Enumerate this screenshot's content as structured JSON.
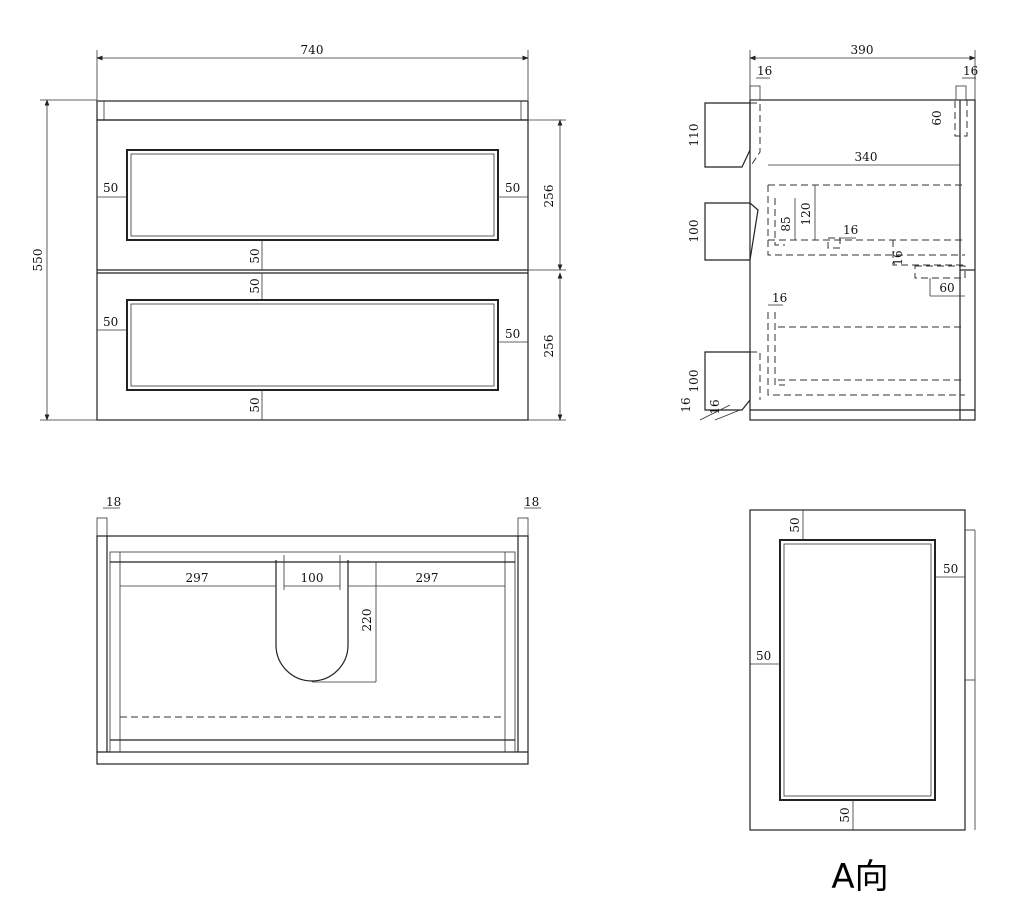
{
  "front_view": {
    "width": "740",
    "height": "550",
    "drawer_top_h": "256",
    "drawer_bottom_h": "256",
    "top_left": "50",
    "top_right": "50",
    "top_bottom": "50",
    "bot_top": "50",
    "bot_left": "50",
    "bot_right": "50",
    "bot_bottom": "50"
  },
  "side_view": {
    "depth": "390",
    "top_left_16": "16",
    "top_right_16": "16",
    "right_60": "60",
    "d110": "110",
    "d100_mid": "100",
    "d340": "340",
    "d120": "120",
    "d85": "85",
    "d16_mid": "16",
    "d16_rot": "16",
    "d60_low": "60",
    "d16_lower": "16",
    "d100_low": "100",
    "d16_bl1": "16",
    "d16_bl2": "16"
  },
  "top_view": {
    "left_18": "18",
    "right_18": "18",
    "d297_left": "297",
    "d100": "100",
    "d297_right": "297",
    "d220": "220"
  },
  "a_view": {
    "top_50": "50",
    "right_50": "50",
    "left_50": "50",
    "bottom_50": "50",
    "caption": "A向"
  }
}
